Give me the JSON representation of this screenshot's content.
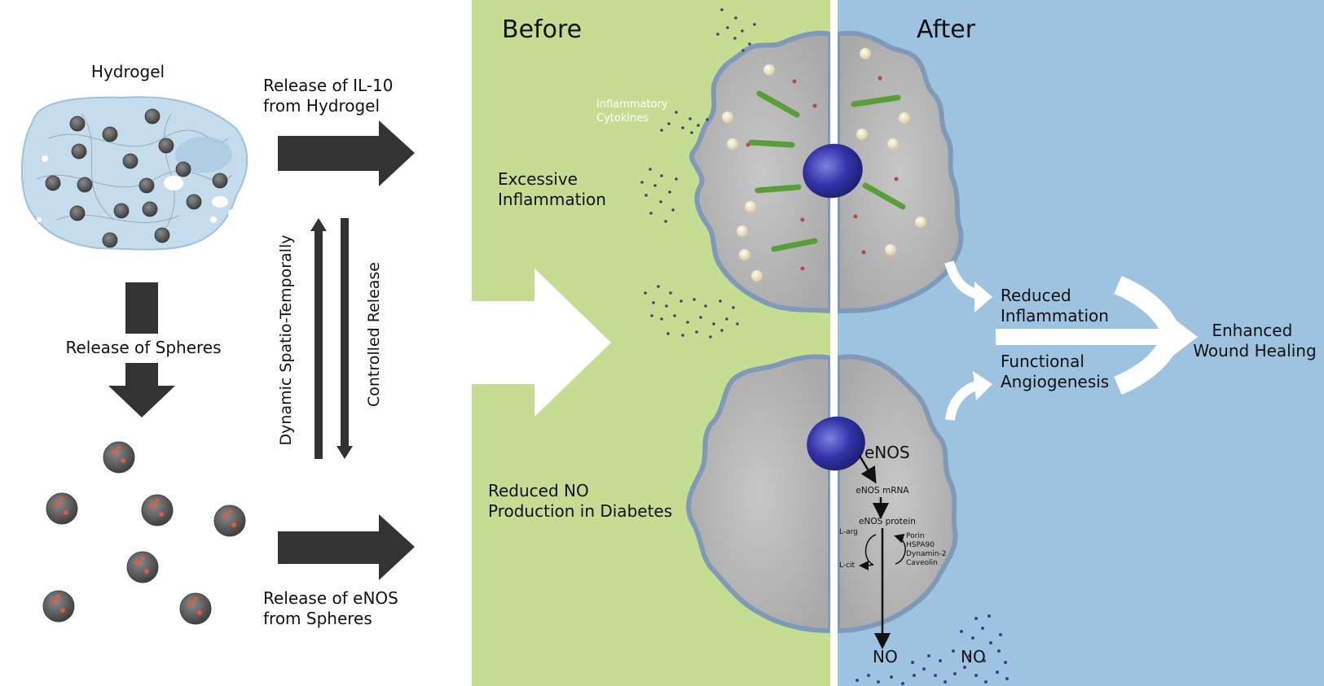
{
  "colors": {
    "before_bg": "#c5dd92",
    "after_bg": "#9dc3e0",
    "arrow_dark": "#333333",
    "cell_fill": "#b8b8b8",
    "cell_membrane": "#7f9ab9",
    "nucleus": "#2e2e9e",
    "actin": "#5a9e3a",
    "dots": "#3d4570"
  },
  "left_panel": {
    "hydrogel_label": "Hydrogel",
    "release_spheres_label": "Release of Spheres",
    "release_il10": [
      "Release of IL-10",
      "from Hydrogel"
    ],
    "release_enos": [
      "Release of eNOS",
      "from Spheres"
    ],
    "dynamic_label": "Dynamic Spatio-Temporally",
    "controlled_label": "Controlled Release"
  },
  "before_panel": {
    "title": "Before",
    "cytokines": [
      "Inflammatory",
      "Cytokines"
    ],
    "excessive": [
      "Excessive",
      "Inflammation"
    ],
    "reduced_no": [
      "Reduced NO",
      "Production in Diabetes"
    ]
  },
  "after_panel": {
    "title": "After",
    "reduced_inflammation": [
      "Reduced",
      "Inflammation"
    ],
    "functional_angiogenesis": [
      "Functional",
      "Angiogenesis"
    ],
    "enhanced": [
      "Enhanced",
      "Wound Healing"
    ],
    "enos": "eNOS",
    "enos_mrna": "eNOS mRNA",
    "enos_protein": "eNOS protein",
    "l_arg": "L-arg",
    "l_cit": "L-cit",
    "cofactors": [
      "Porin",
      "HSPA90",
      "Dynamin-2",
      "Caveolin"
    ],
    "no_labels": [
      "NO",
      "NO"
    ]
  }
}
